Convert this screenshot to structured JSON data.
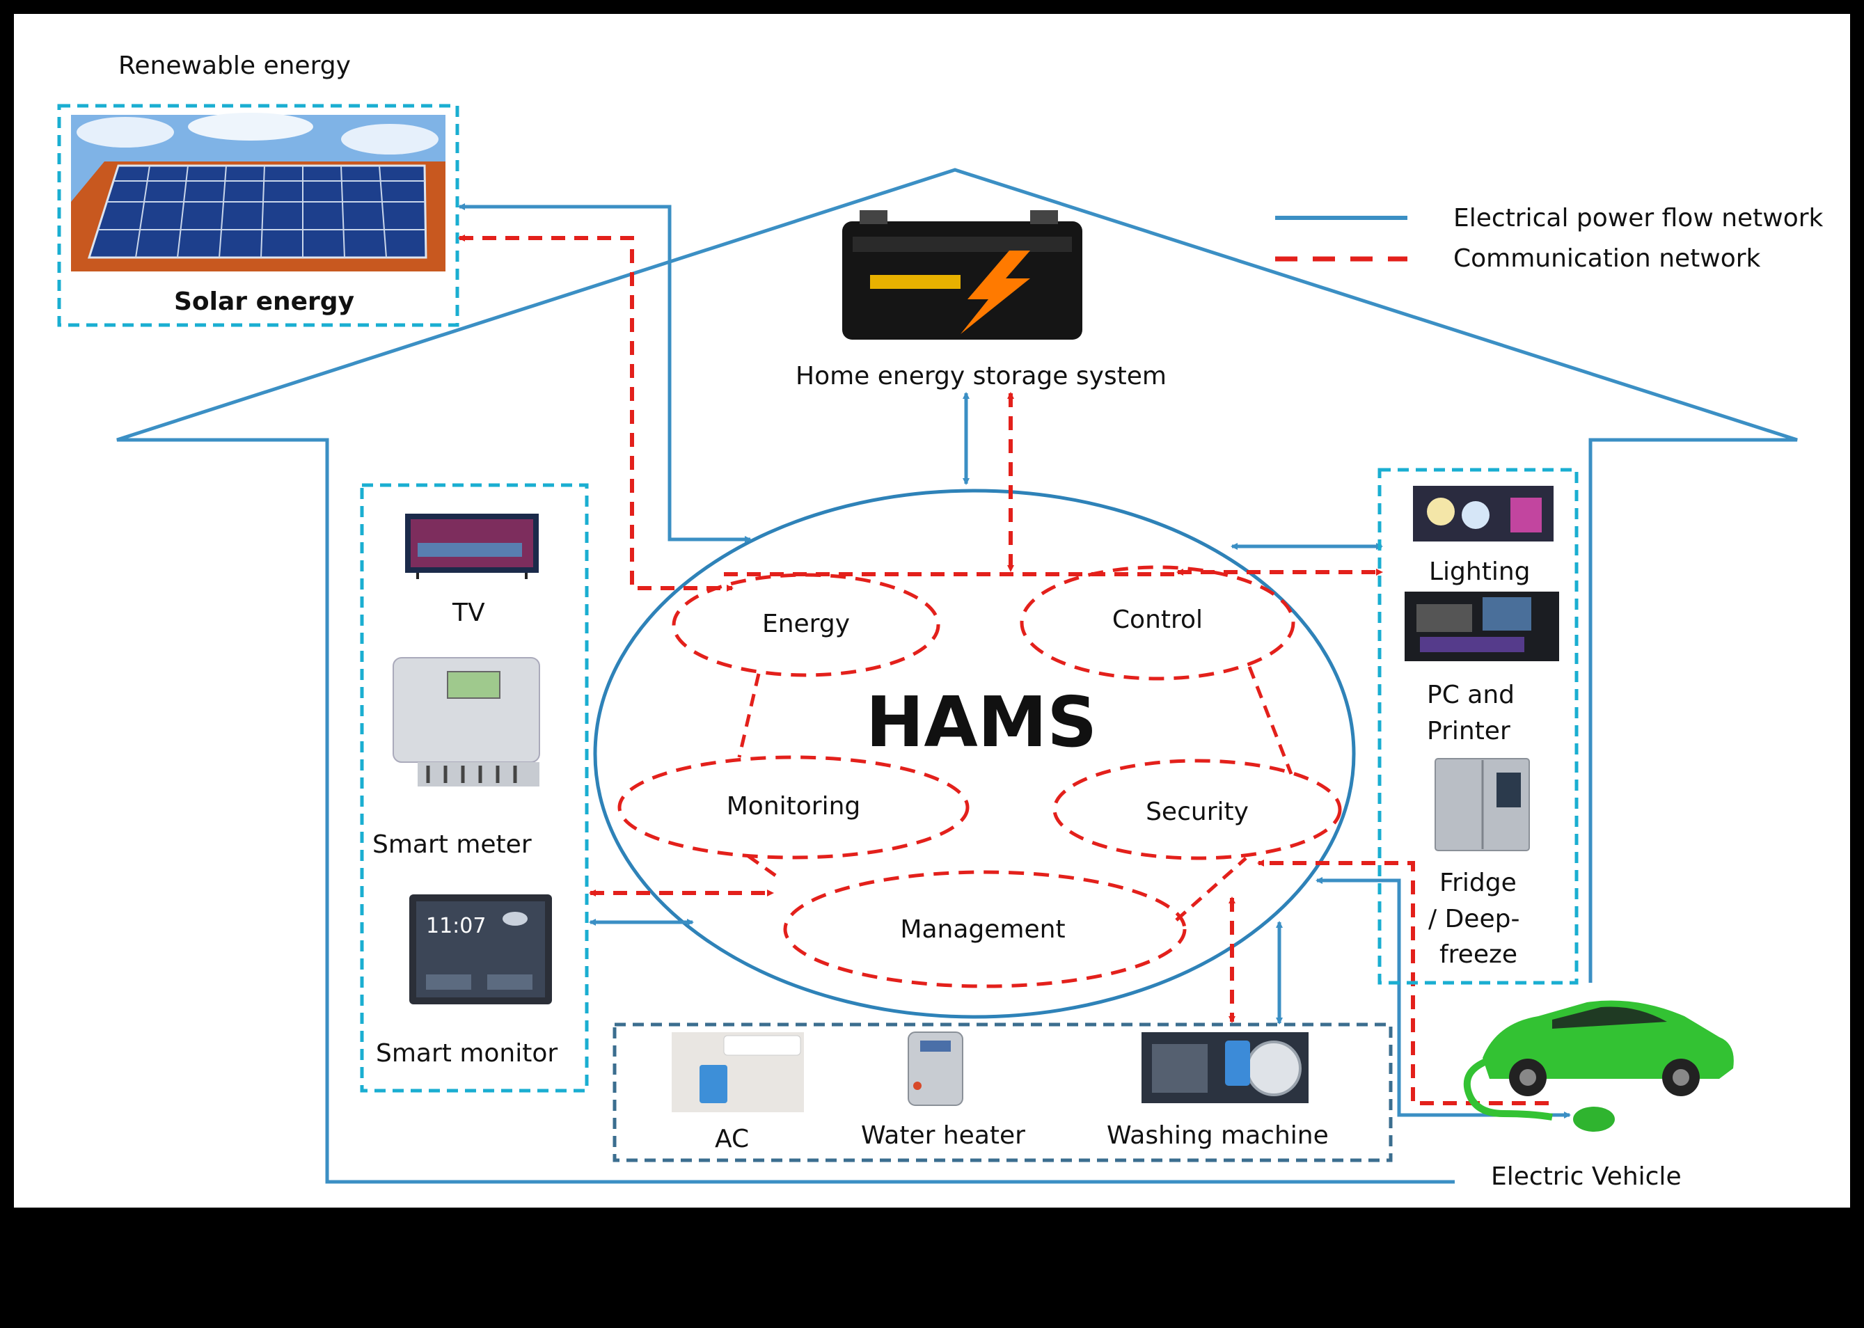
{
  "title": "HAMS",
  "colors": {
    "power": "#3b8fc4",
    "comm": "#e3201b",
    "boxCyan": "#1aaed1",
    "boxSlate": "#3b6e8f",
    "frame": "#000000"
  },
  "legend": {
    "power": "Electrical power flow network",
    "comm": "Communication network"
  },
  "sources": {
    "group_title": "Renewable energy",
    "solar": "Solar energy",
    "storage": "Home energy storage system"
  },
  "modules": [
    "Energy",
    "Control",
    "Monitoring",
    "Security",
    "Management"
  ],
  "left_devices": [
    "TV",
    "Smart meter",
    "Smart monitor"
  ],
  "right_devices": [
    "Lighting",
    "PC and",
    "Printer",
    "Fridge",
    "/ Deep-",
    "freeze"
  ],
  "bottom_devices": [
    "AC",
    "Water heater",
    "Washing machine"
  ],
  "ev": "Electric Vehicle",
  "screen_time": "11:07"
}
